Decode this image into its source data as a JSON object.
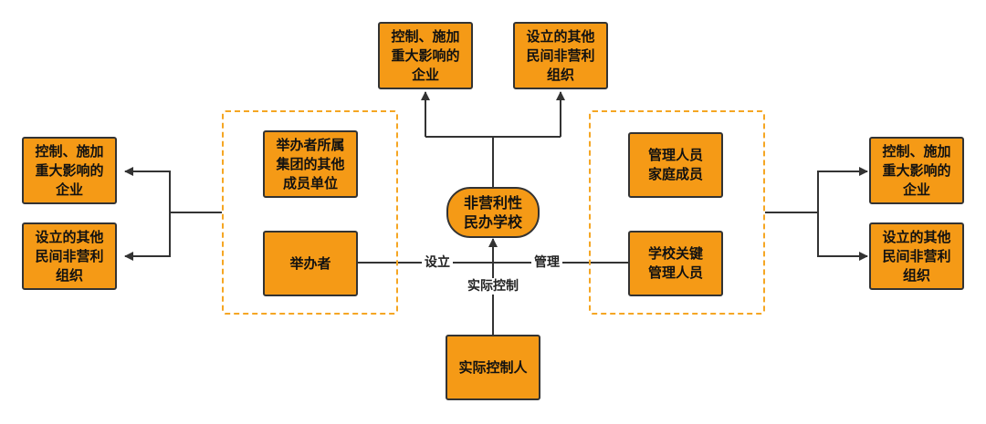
{
  "diagram": {
    "nodes": {
      "top_left": "控制、施加\n重大影响的\n企业",
      "top_right": "设立的其他\n民间非营利\n组织",
      "left_top": "控制、施加\n重大影响的\n企业",
      "left_bottom": "设立的其他\n民间非营利\n组织",
      "right_top": "控制、施加\n重大影响的\n企业",
      "right_bottom": "设立的其他\n民间非营利\n组织",
      "group_affiliates": "举办者所属\n集团的其他\n成员单位",
      "founder": "举办者",
      "center_school": "非营利性\n民办学校",
      "mgmt_family": "管理人员\n家庭成员",
      "key_mgmt": "学校关键\n管理人员",
      "controller": "实际控制人"
    },
    "edge_labels": {
      "establish": "设立",
      "manage": "管理",
      "actual_control": "实际控制"
    },
    "colors": {
      "node_fill": "#f59a16",
      "node_border": "#333333",
      "group_border": "#f5a623",
      "line": "#333333"
    }
  }
}
